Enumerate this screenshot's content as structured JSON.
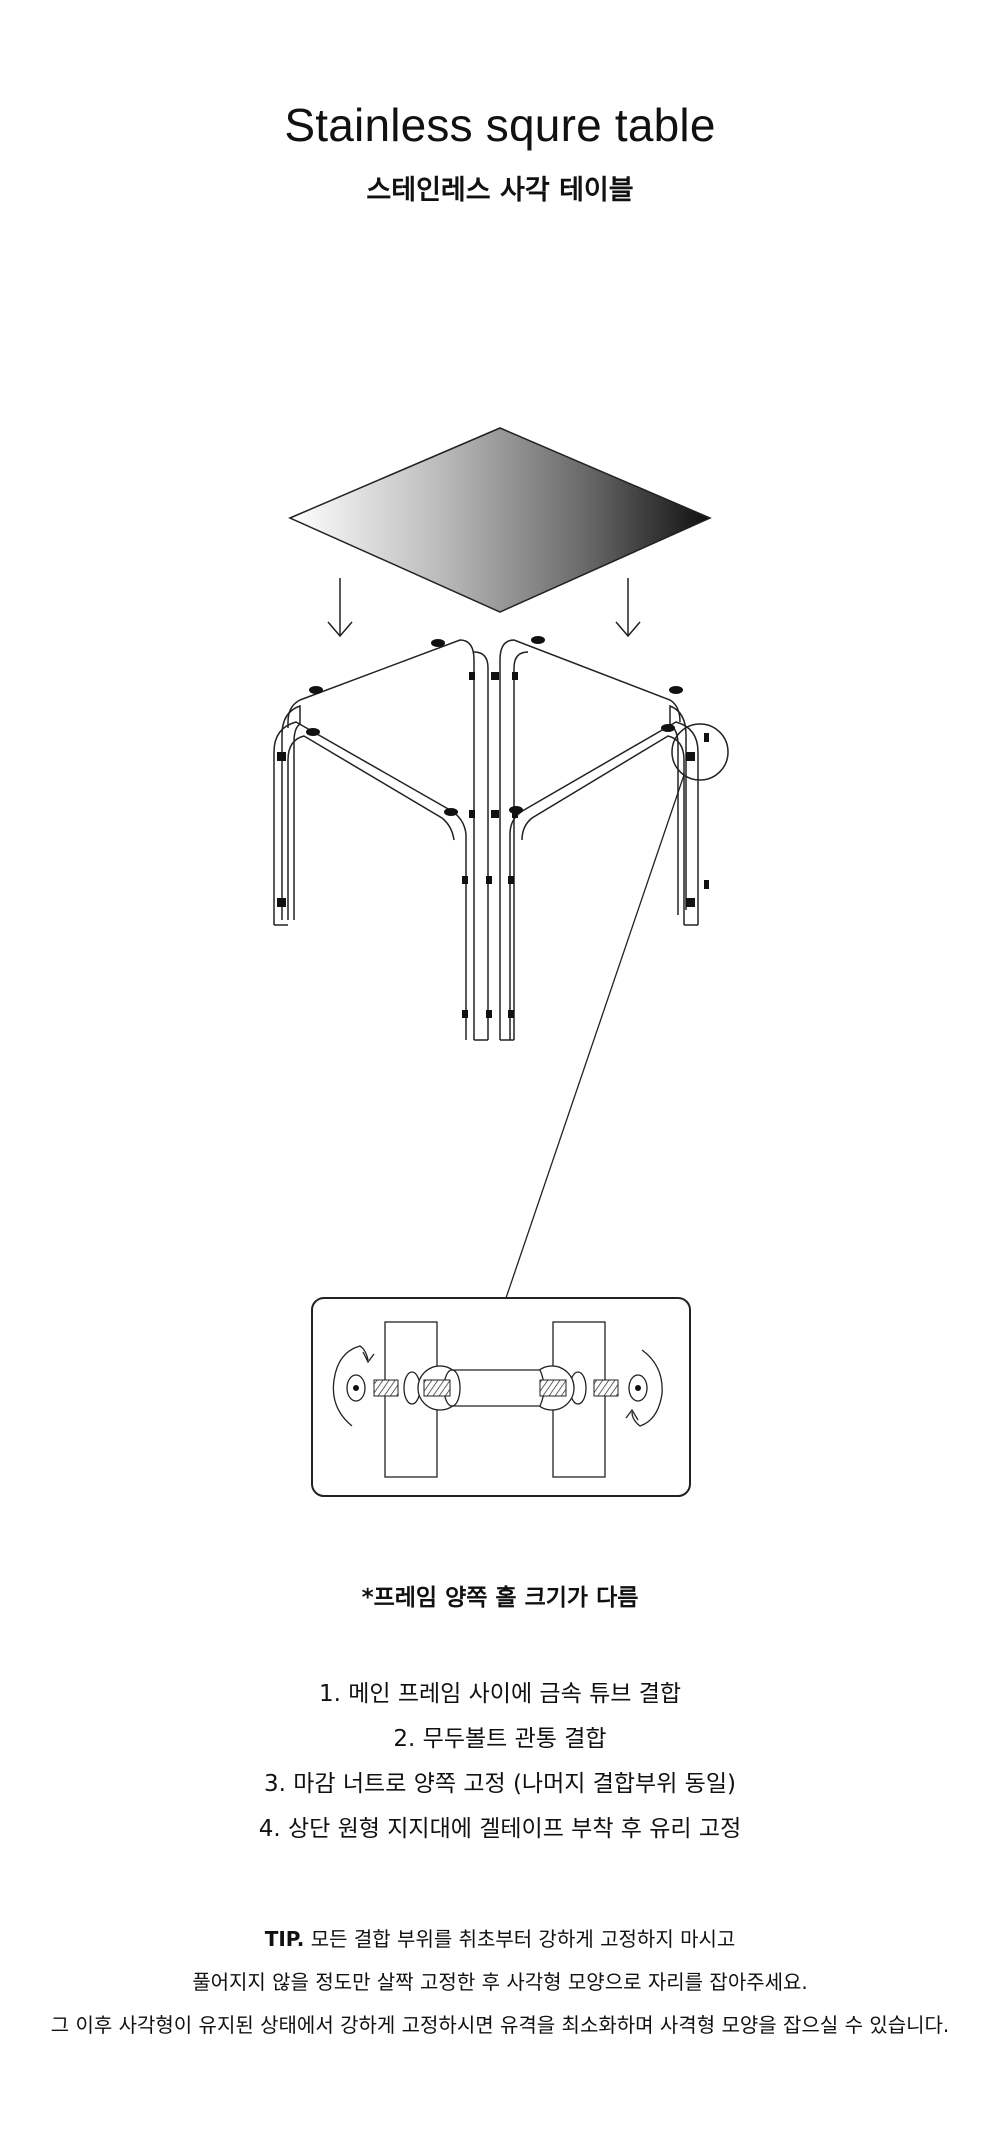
{
  "header": {
    "title": "Stainless squre table",
    "subtitle": "스테인레스 사각 테이블"
  },
  "note": "*프레임 양쪽 홀 크기가 다름",
  "steps": [
    "1. 메인 프레임 사이에 금속 튜브 결합",
    "2. 무두볼트 관통 결합",
    "3. 마감 너트로 양쪽 고정 (나머지 결합부위 동일)",
    "4. 상단 원형 지지대에 겔테이프 부착 후 유리 고정"
  ],
  "tip": {
    "label": "TIP.",
    "line1": " 모든 결합 부위를 취초부터 강하게 고정하지 마시고",
    "line2": "풀어지지 않을 정도만 살짝 고정한 후 사각형 모양으로 자리를 잡아주세요.",
    "line3": "그 이후 사각형이 유지된 상태에서 강하게 고정하시면 유격을 최소화하며 사격형 모양을 잡으실 수 있습니다."
  },
  "colors": {
    "text": "#111111",
    "line": "#222222",
    "glass_light": "#ffffff",
    "glass_dark": "#111111"
  },
  "icons": {
    "arrows": "down-arrow-icon",
    "rotation": "rotate-arrow-icon"
  }
}
